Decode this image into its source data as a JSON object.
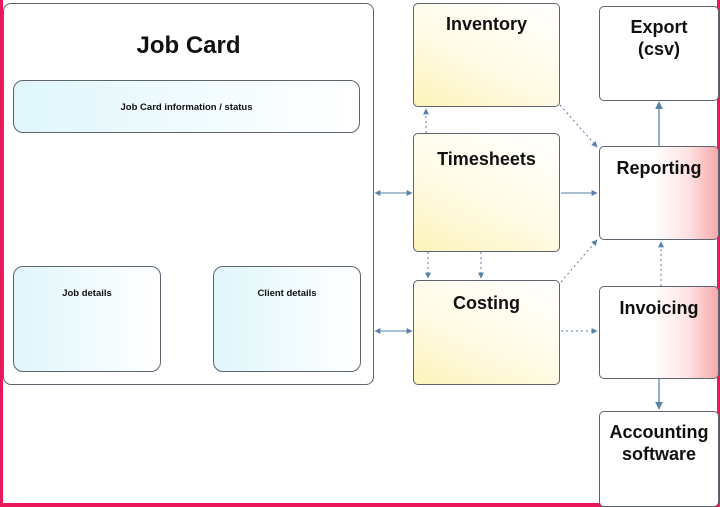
{
  "job_card": {
    "title": "Job Card",
    "info_status": "Job Card information / status",
    "job_details": "Job details",
    "client_details": "Client details"
  },
  "modules": {
    "inventory": "Inventory",
    "timesheets": "Timesheets",
    "costing": "Costing",
    "export_line1": "Export",
    "export_line2": "(csv)",
    "reporting": "Reporting",
    "invoicing": "Invoicing",
    "accounting_line1": "Accounting",
    "accounting_line2": "software"
  },
  "colors": {
    "frame": "#e8185a",
    "connector": "#5a82a8",
    "module_yellow": "#fdf3ba",
    "module_red": "#f7a9a9",
    "panel_cyan": "#dff6fb"
  }
}
